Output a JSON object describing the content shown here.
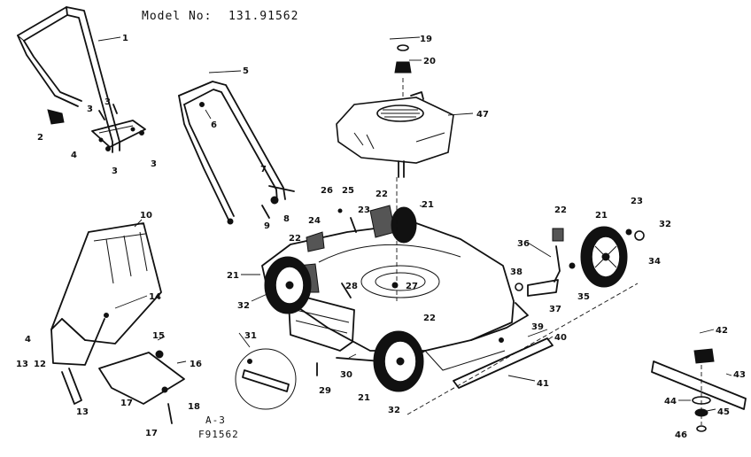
{
  "header": {
    "model_label": "Model No:",
    "model_number": "131.91562"
  },
  "footer": {
    "view_code": "A-3",
    "drawing_code": "F91562"
  },
  "callouts": {
    "c1": "1",
    "c2": "2",
    "c3a": "3",
    "c3b": "3",
    "c3c": "3",
    "c3d": "3",
    "c4a": "4",
    "c4b": "4",
    "c5": "5",
    "c6": "6",
    "c7": "7",
    "c8": "8",
    "c9": "9",
    "c10": "10",
    "c12": "12",
    "c13a": "13",
    "c13b": "13",
    "c14": "14",
    "c15": "15",
    "c16": "16",
    "c17a": "17",
    "c17b": "17",
    "c18": "18",
    "c19": "19",
    "c20": "20",
    "c21a": "21",
    "c21b": "21",
    "c21c": "21",
    "c21d": "21",
    "c22a": "22",
    "c22b": "22",
    "c22c": "22",
    "c22d": "22",
    "c23a": "23",
    "c23b": "23",
    "c24": "24",
    "c25": "25",
    "c26": "26",
    "c27": "27",
    "c28": "28",
    "c29": "29",
    "c30": "30",
    "c31": "31",
    "c32a": "32",
    "c32b": "32",
    "c32c": "32",
    "c34": "34",
    "c35": "35",
    "c36": "36",
    "c37": "37",
    "c38": "38",
    "c39": "39",
    "c40": "40",
    "c41": "41",
    "c42": "42",
    "c43": "43",
    "c44": "44",
    "c45": "45",
    "c46": "46",
    "c47": "47"
  }
}
